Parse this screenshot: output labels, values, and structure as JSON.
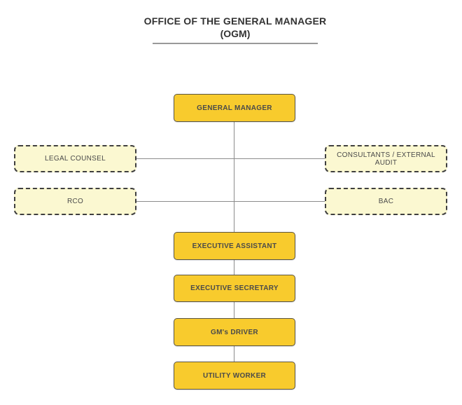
{
  "title": {
    "line1": "OFFICE OF THE GENERAL MANAGER",
    "line2": "(OGM)"
  },
  "colors": {
    "solid_fill": "#F8CB2D",
    "solid_border": "#5A5443",
    "dashed_fill": "#FBF8D1",
    "dashed_border": "#3F3F3F",
    "connector": "#8C8C8C",
    "title_text": "#333333",
    "label_text": "#4A4A4A",
    "underline": "#999999"
  },
  "nodes": [
    {
      "id": "general-manager",
      "label": "GENERAL MANAGER",
      "style": "solid"
    },
    {
      "id": "legal-counsel",
      "label": "LEGAL COUNSEL",
      "style": "dashed"
    },
    {
      "id": "consultants-external-audit",
      "label": "CONSULTANTS / EXTERNAL AUDIT",
      "style": "dashed"
    },
    {
      "id": "rco",
      "label": "RCO",
      "style": "dashed"
    },
    {
      "id": "bac",
      "label": "BAC",
      "style": "dashed"
    },
    {
      "id": "executive-assistant",
      "label": "EXECUTIVE ASSISTANT",
      "style": "solid"
    },
    {
      "id": "executive-secretary",
      "label": "EXECUTIVE SECRETARY",
      "style": "solid"
    },
    {
      "id": "gms-driver",
      "label": "GM's DRIVER",
      "style": "solid"
    },
    {
      "id": "utility-worker",
      "label": "UTILITY WORKER",
      "style": "solid"
    }
  ],
  "edges": [
    {
      "from": "general-manager",
      "to": "executive-assistant",
      "type": "vertical-trunk"
    },
    {
      "from": "executive-assistant",
      "to": "executive-secretary",
      "type": "vertical"
    },
    {
      "from": "executive-secretary",
      "to": "gms-driver",
      "type": "vertical"
    },
    {
      "from": "gms-driver",
      "to": "utility-worker",
      "type": "vertical"
    },
    {
      "from": "legal-counsel",
      "to": "consultants-external-audit",
      "type": "horizontal-through-trunk"
    },
    {
      "from": "rco",
      "to": "bac",
      "type": "horizontal-through-trunk"
    }
  ]
}
